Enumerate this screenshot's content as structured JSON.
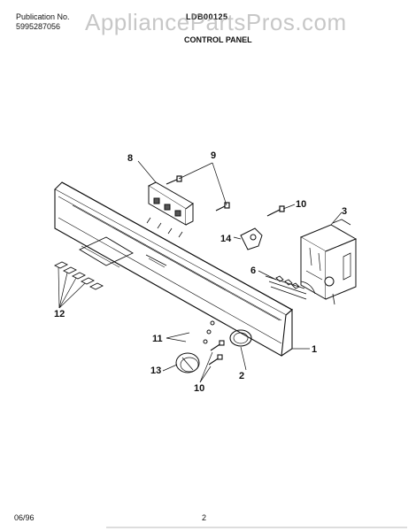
{
  "header": {
    "publication_label": "Publication No.",
    "publication_number": "5995287056",
    "model_text": "LDB00125",
    "section_title": "CONTROL PANEL"
  },
  "watermark": "AppliancePartsPros.com",
  "callouts": {
    "c1": "1",
    "c2": "2",
    "c3": "3",
    "c6": "6",
    "c8": "8",
    "c9": "9",
    "c10a": "10",
    "c10b": "10",
    "c11": "11",
    "c12": "12",
    "c13": "13",
    "c14": "14"
  },
  "footer": {
    "date": "06/96",
    "page": "2"
  }
}
